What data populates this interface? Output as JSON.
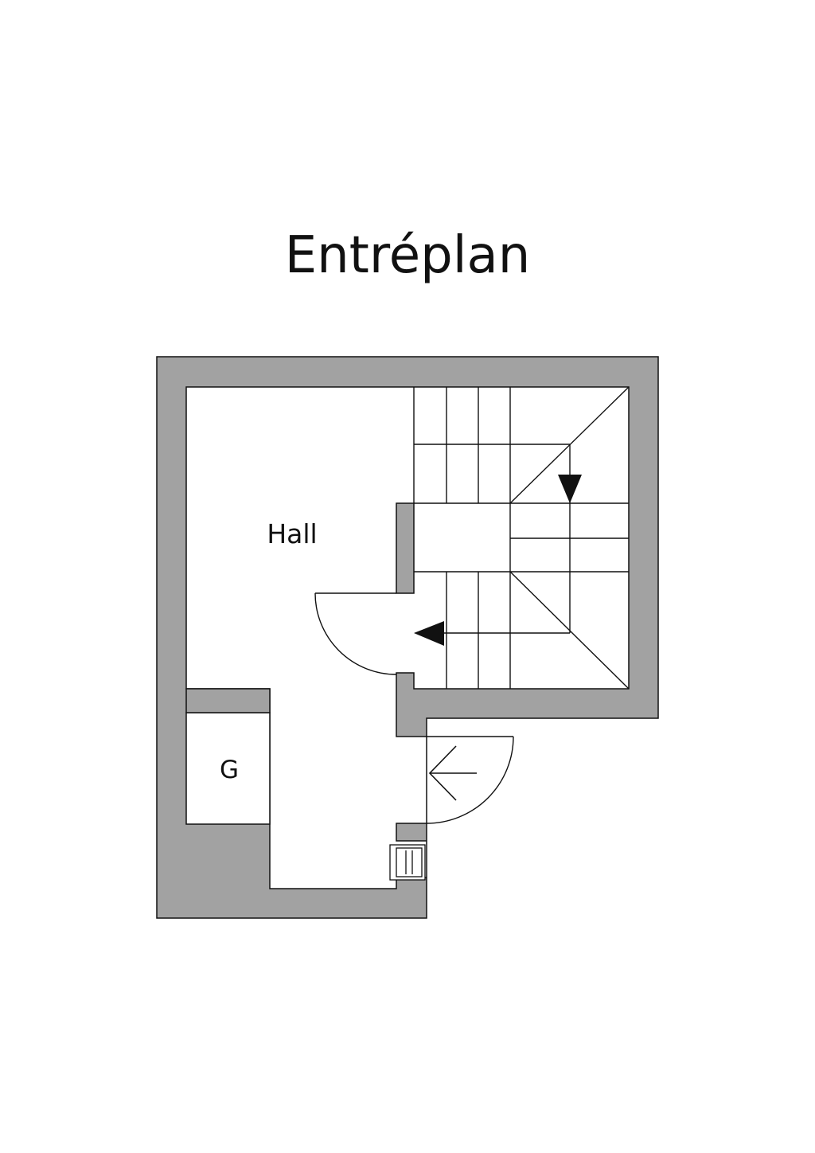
{
  "title": "Entréplan",
  "rooms": {
    "hall": "Hall",
    "storage": "G"
  },
  "colors": {
    "wall": "#a2a2a2",
    "line": "#111111",
    "background": "#ffffff"
  }
}
